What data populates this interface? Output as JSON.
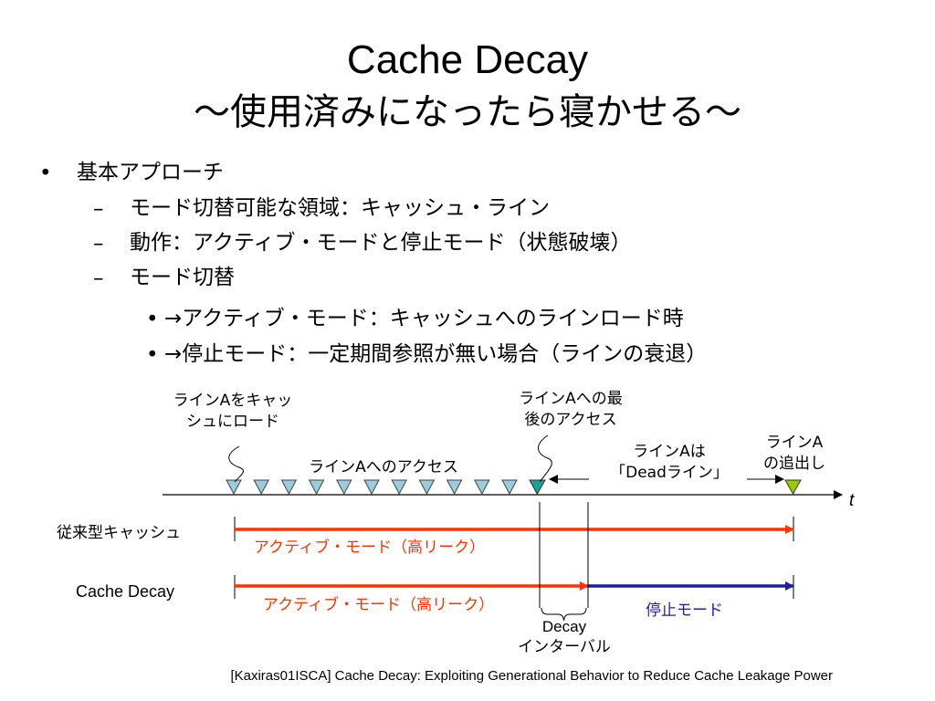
{
  "title": {
    "line1": "Cache Decay",
    "line2": "～使用済みになったら寝かせる～"
  },
  "bullets": {
    "b1": "基本アプローチ",
    "b1_1": "モード切替可能な領域：キャッシュ・ライン",
    "b1_2": "動作：アクティブ・モードと停止モード（状態破壊）",
    "b1_3": "モード切替",
    "b1_3_1": "→アクティブ・モード：キャッシュへのラインロード時",
    "b1_3_2": "→停止モード：一定期間参照が無い場合（ラインの衰退）"
  },
  "markers": {
    "level1": "•",
    "level2": "–",
    "level3": "•"
  },
  "diagram": {
    "load_label_1": "ラインAをキャッ",
    "load_label_2": "シュにロード",
    "access_label": "ラインAへのアクセス",
    "last_access_1": "ラインAへの最",
    "last_access_2": "後のアクセス",
    "dead_line_1": "ラインAは",
    "dead_line_2": "「Deadライン」",
    "evict_1": "ラインA",
    "evict_2": "の追出し",
    "time_axis": "t",
    "conventional_label": "従来型キャッシュ",
    "conventional_mode": "アクティブ・モード（高リーク）",
    "decay_label": "Cache Decay",
    "decay_active_mode": "アクティブ・モード（高リーク）",
    "decay_stop_mode": "停止モード",
    "interval_1": "Decay",
    "interval_2": "インターバル",
    "access_count": 12,
    "colors": {
      "access": "#99ccdd",
      "last_access": "#1aa39a",
      "evict": "#99cc00",
      "active_line": "#ff3300",
      "stop_line": "#1f1f9e"
    }
  },
  "citation": "[Kaxiras01ISCA] Cache Decay: Exploiting Generational Behavior to Reduce Cache Leakage Power"
}
